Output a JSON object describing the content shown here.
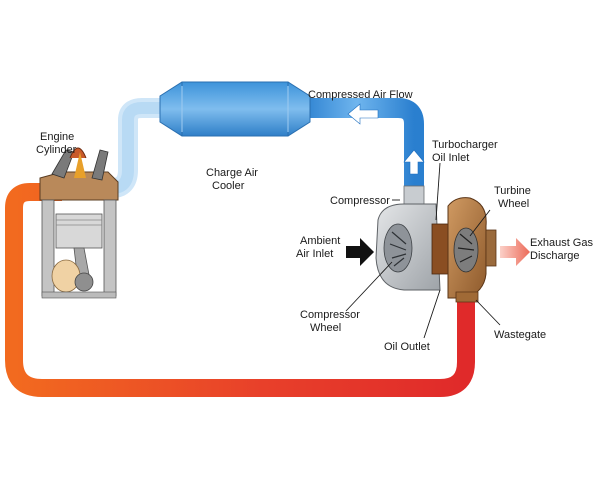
{
  "labels": {
    "engine_cylinder": [
      "Engine",
      "Cylinder"
    ],
    "charge_air_cooler": [
      "Charge Air",
      "Cooler"
    ],
    "compressed_air_flow": "Compressed Air Flow",
    "turbo_oil_inlet": [
      "Turbocharger",
      "Oil Inlet"
    ],
    "compressor": "Compressor",
    "turbine_wheel": [
      "Turbine",
      "Wheel"
    ],
    "ambient_air_inlet": [
      "Ambient",
      "Air Inlet"
    ],
    "exhaust_gas_discharge": [
      "Exhaust Gas",
      "Discharge"
    ],
    "compressor_wheel": [
      "Compressor",
      "Wheel"
    ],
    "oil_outlet": "Oil Outlet",
    "wastegate": "Wastegate"
  },
  "colors": {
    "cold_air_light": "#dcefff",
    "cold_air_dark": "#2a86d6",
    "hot_exhaust_red": "#e8322a",
    "hot_exhaust_orange": "#f47a1f",
    "turbine_housing": "#b87a44",
    "compressor_housing": "#bfc3c7",
    "exhaust_arrow": "#f08070",
    "ambient_arrow": "#111111"
  }
}
